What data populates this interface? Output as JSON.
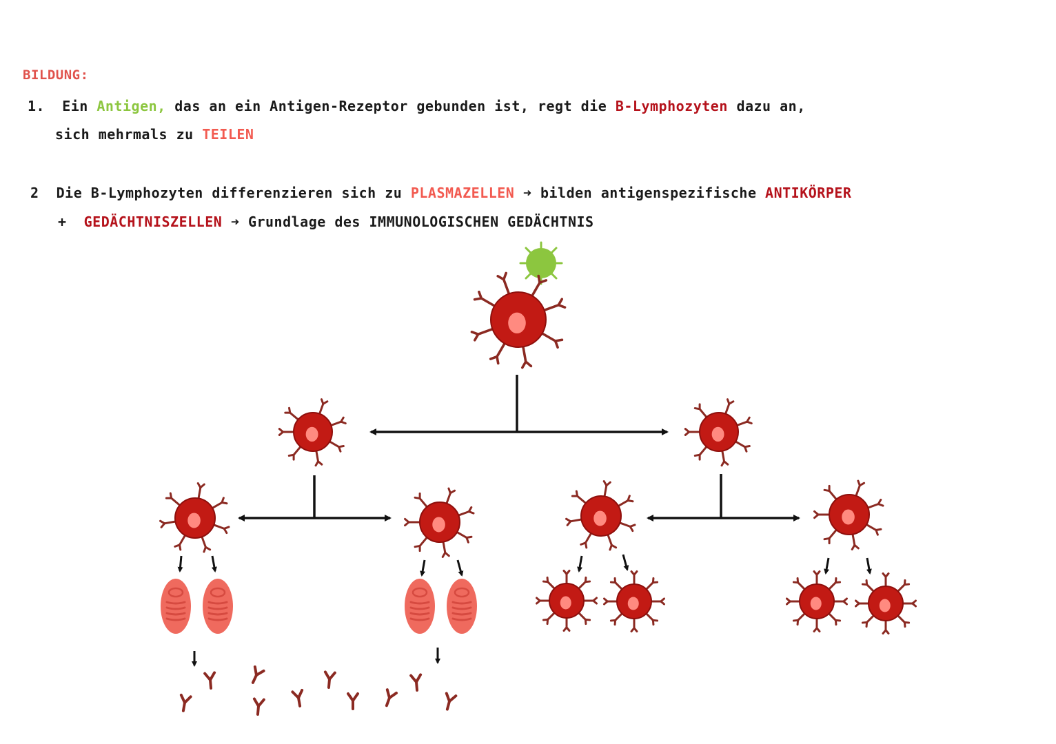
{
  "colors": {
    "heading": "#e0524c",
    "green": "#8cc63f",
    "darkred": "#b5121b",
    "salmon": "#f25a50",
    "cell": "#c21a14",
    "cell_outline": "#8e0f0c",
    "nucleus": "#ff8a80",
    "receptor": "#8b2a22",
    "plasma": "#ef6a5e",
    "plasma_stripe": "#d64a40",
    "arrow": "#111111"
  },
  "heading": "BILDUNG:",
  "step1": {
    "number": "1.",
    "t1": "Ein",
    "antigen": "Antigen,",
    "t2": "das an ein Antigen-Rezeptor gebunden ist, regt die",
    "b_lymph": "B-Lymphozyten",
    "t3": "dazu an,",
    "line2": "sich mehrmals zu",
    "teilen": "TEILEN"
  },
  "step2": {
    "number": "2",
    "t1": "Die B-Lymphozyten differenzieren sich zu",
    "plasma": "PLASMAZELLEN",
    "t2": "bilden antigenspezifische",
    "antikoerper": "ANTIKÖRPER",
    "plus": "+",
    "gedaechtnis": "GEDÄCHTNISZELLEN",
    "t3": "Grundlage des IMMUNOLOGISCHEN GEDÄCHTNIS"
  },
  "icons": {
    "antigen": "virus-icon",
    "lymphocyte": "b-lymphocyte-icon",
    "plasma": "plasma-cell-icon",
    "antibody": "antibody-icon",
    "memory": "memory-cell-icon"
  }
}
